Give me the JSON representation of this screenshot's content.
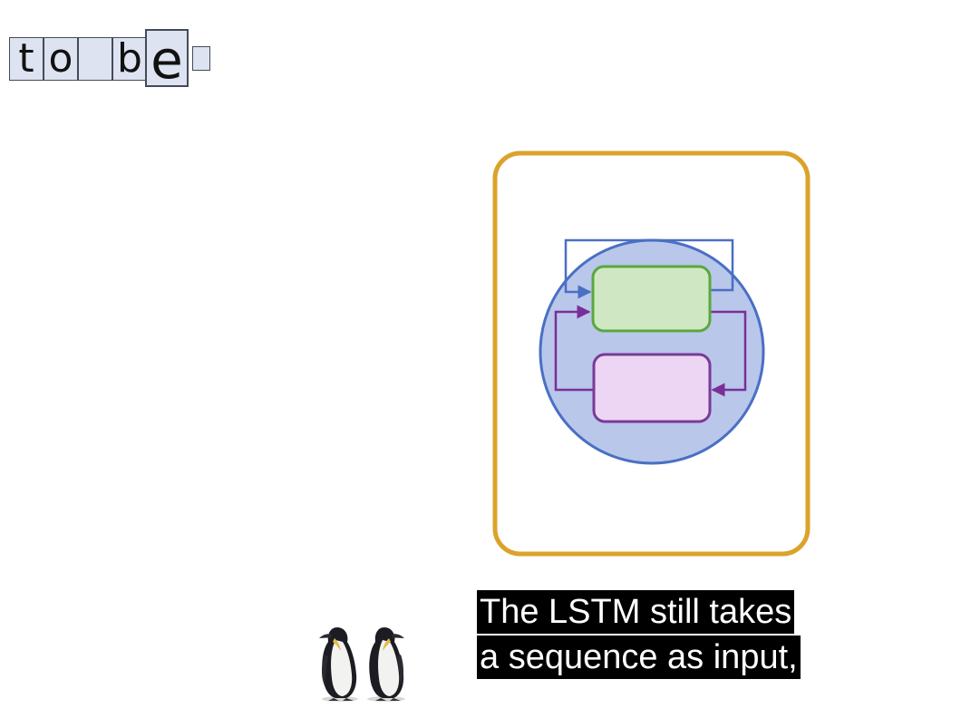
{
  "sequence": {
    "chars": [
      "t",
      "o",
      "",
      "b",
      "e",
      ""
    ]
  },
  "subtitle": {
    "line1": "The LSTM still takes",
    "line2": "a sequence as input,"
  },
  "colors": {
    "outer_frame": "#dba32a",
    "cell_circle_fill": "#b9c7ea",
    "cell_circle_stroke": "#4a6fc4",
    "green_box_fill": "#cfe8c3",
    "green_box_stroke": "#5aa83c",
    "pink_box_fill": "#ecd6f3",
    "pink_box_stroke": "#7a3a98",
    "blue_loop": "#4a6fc4",
    "purple_loop": "#7a2f98",
    "char_box_fill": "#dde3f0"
  },
  "icons": [
    "penguin-icon",
    "penguin-icon"
  ]
}
